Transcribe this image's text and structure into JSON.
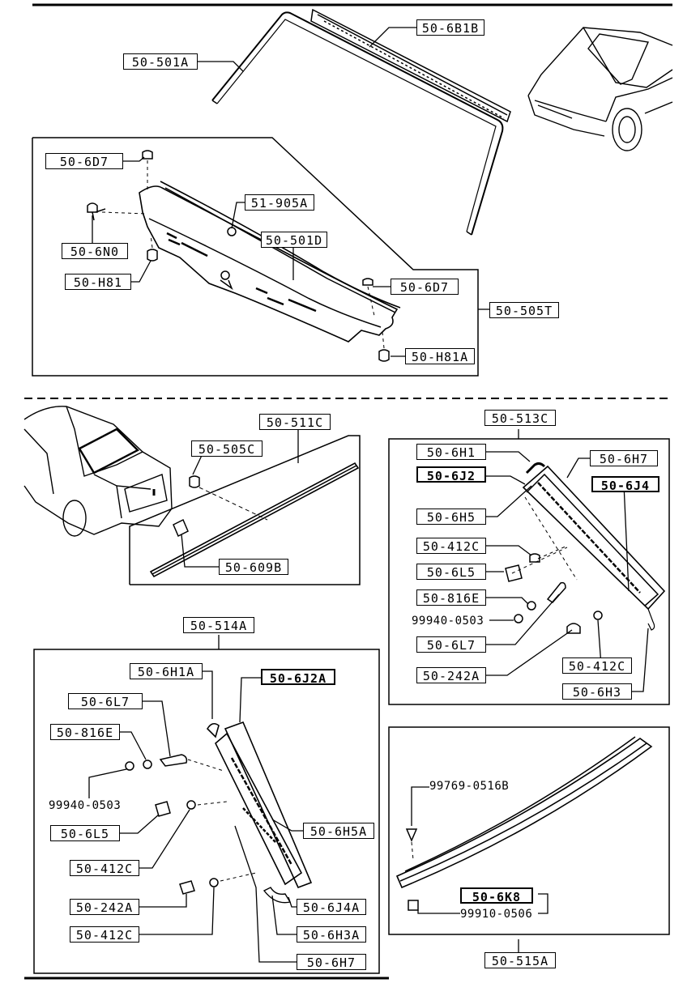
{
  "colors": {
    "line": "#000000",
    "background": "#ffffff"
  },
  "labels": {
    "p50_501A": "50-501A",
    "p50_6B1B": "50-6B1B",
    "p50_6D7_a": "50-6D7",
    "p51_905A": "51-905A",
    "p50_6N0": "50-6N0",
    "p50_501D": "50-501D",
    "p50_H81": "50-H81",
    "p50_6D7_b": "50-6D7",
    "p50_505T": "50-505T",
    "p50_H81A": "50-H81A",
    "p50_511C": "50-511C",
    "p50_505C": "50-505C",
    "p50_609B": "50-609B",
    "p50_513C": "50-513C",
    "p50_6H1": "50-6H1",
    "p50_6H7_a": "50-6H7",
    "p50_6J2": "50-6J2",
    "p50_6J4": "50-6J4",
    "p50_6H5": "50-6H5",
    "p50_412C_a": "50-412C",
    "p50_6L5_a": "50-6L5",
    "p50_816E_a": "50-816E",
    "p99940_a": "99940-0503",
    "p50_6L7_a": "50-6L7",
    "p50_242A_a": "50-242A",
    "p50_412C_b": "50-412C",
    "p50_6H3": "50-6H3",
    "p50_514A": "50-514A",
    "p50_6H1A": "50-6H1A",
    "p50_6J2A": "50-6J2A",
    "p50_6L7_b": "50-6L7",
    "p50_816E_b": "50-816E",
    "p99940_b": "99940-0503",
    "p50_6L5_b": "50-6L5",
    "p50_6H5A": "50-6H5A",
    "p50_412C_c": "50-412C",
    "p50_242A_b": "50-242A",
    "p50_6J4A": "50-6J4A",
    "p50_412C_d": "50-412C",
    "p50_6H3A": "50-6H3A",
    "p50_6H7_b": "50-6H7",
    "p99769": "99769-0516B",
    "p50_6K8": "50-6K8",
    "p99910": "99910-0506",
    "p50_515A": "50-515A"
  }
}
